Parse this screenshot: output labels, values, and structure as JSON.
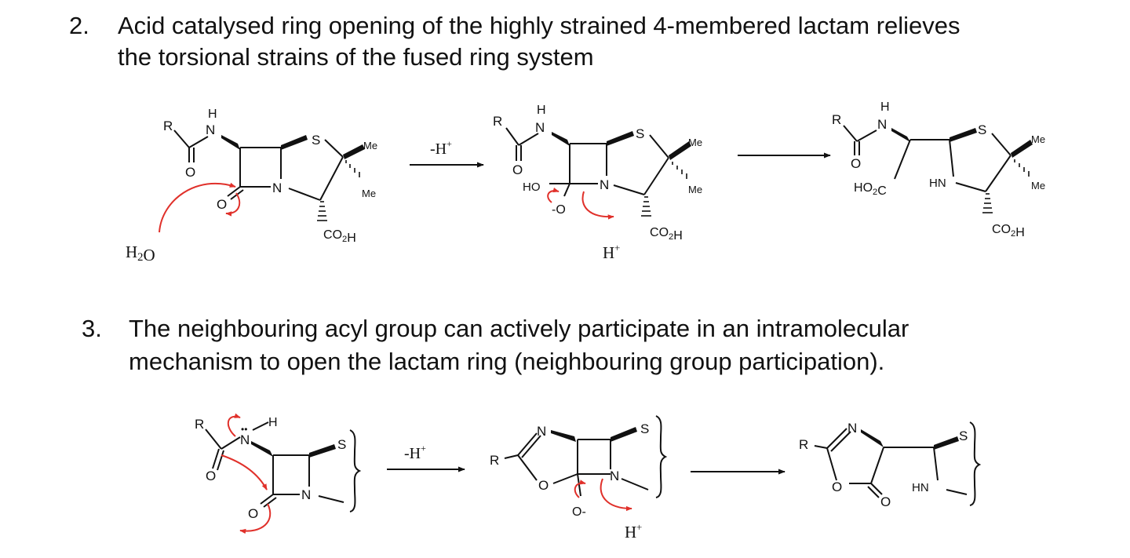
{
  "point2": {
    "number": "2.",
    "line1": "Acid catalysed ring opening of the highly strained 4-membered lactam relieves",
    "line2": "the torsional strains of the fused ring system"
  },
  "point3": {
    "number": "3.",
    "line1": "The neighbouring acyl group can actively participate in an intramolecular",
    "line2": "mechanism to open the lactam ring (neighbouring group participation)."
  },
  "atoms": {
    "R": "R",
    "N": "N",
    "H": "H",
    "O": "O",
    "S": "S",
    "Me": "Me",
    "HN": "HN",
    "HO": "HO",
    "neg_O": "-O",
    "O_neg": "O-",
    "CO2H": "CO2H",
    "HO2C": "HO2C",
    "H2O": "H2O",
    "H_plus": "H+",
    "lone_pair": "••"
  },
  "arrows": {
    "minus_H_plus": "-H+"
  },
  "colors": {
    "text": "#111111",
    "mechanism_arrow": "#e0302a"
  }
}
